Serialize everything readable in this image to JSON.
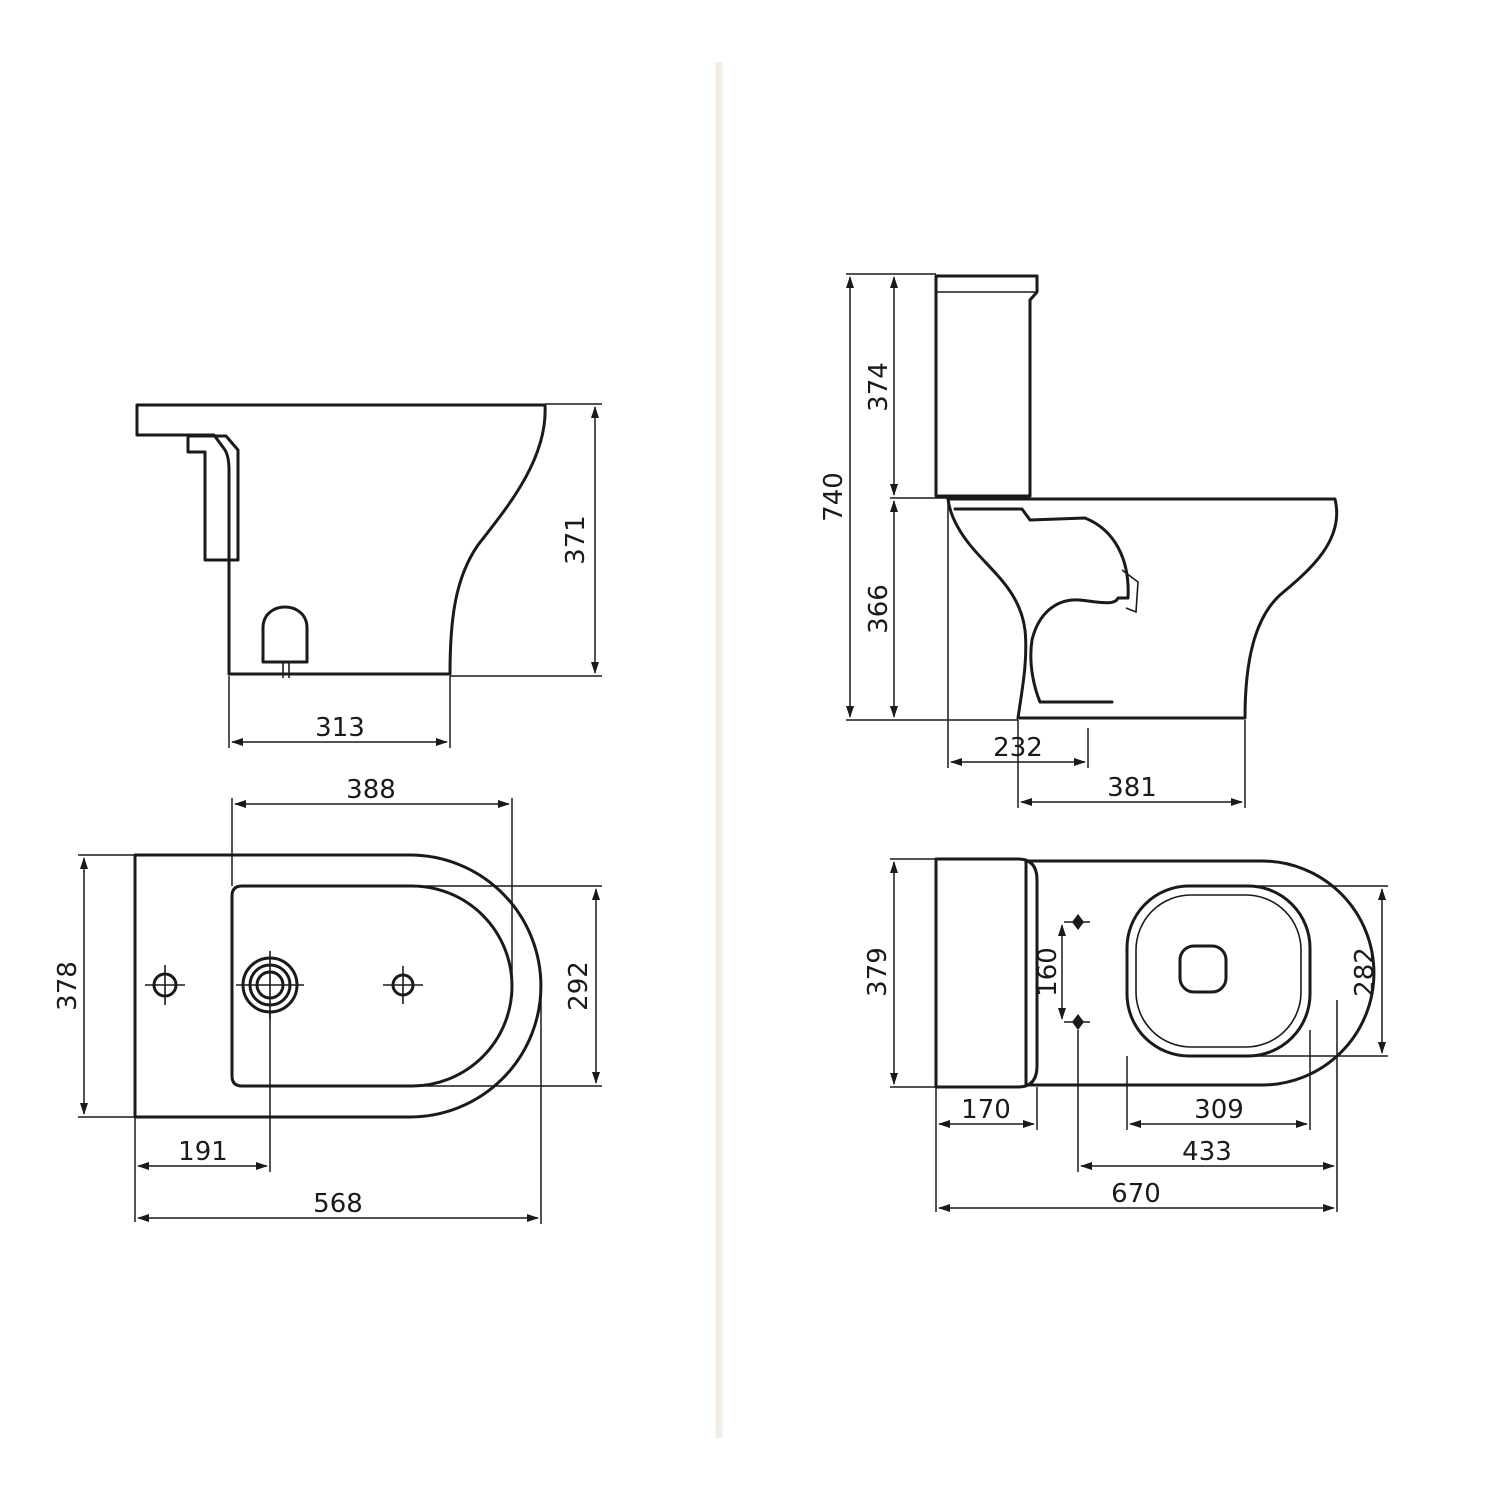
{
  "bidet": {
    "side_view": {
      "height": "371",
      "base_depth": "313"
    },
    "top_view": {
      "bowl_length": "388",
      "width": "378",
      "bowl_width": "292",
      "tap_hole_offset": "191",
      "overall_length": "568"
    }
  },
  "toilet": {
    "side_view": {
      "overall_height": "740",
      "cistern_height": "374",
      "pan_height": "366",
      "outlet_offset": "232",
      "base_depth": "381"
    },
    "top_view": {
      "width": "379",
      "fixing_spacing": "160",
      "seat_width": "282",
      "cistern_depth": "170",
      "seat_length": "309",
      "fixing_to_front": "433",
      "overall_length": "670"
    }
  }
}
